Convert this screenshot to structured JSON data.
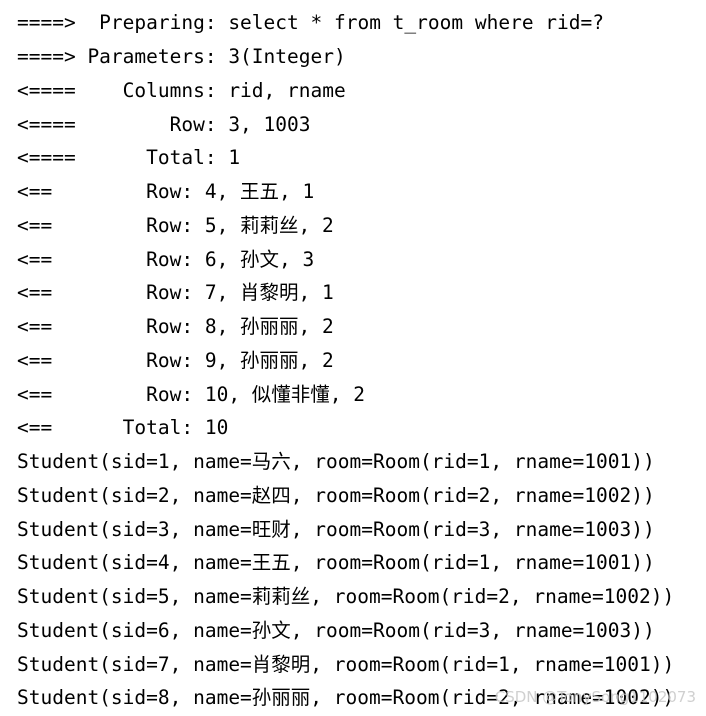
{
  "console": {
    "lines": [
      "====>  Preparing: select * from t_room where rid=?",
      "====> Parameters: 3(Integer)",
      "<====    Columns: rid, rname",
      "<====        Row: 3, 1003",
      "<====      Total: 1",
      "<==        Row: 4, 王五, 1",
      "<==        Row: 5, 莉莉丝, 2",
      "<==        Row: 6, 孙文, 3",
      "<==        Row: 7, 肖黎明, 1",
      "<==        Row: 8, 孙丽丽, 2",
      "<==        Row: 9, 孙丽丽, 2",
      "<==        Row: 10, 似懂非懂, 2",
      "<==      Total: 10",
      "Student(sid=1, name=马六, room=Room(rid=1, rname=1001))",
      "Student(sid=2, name=赵四, room=Room(rid=2, rname=1002))",
      "Student(sid=3, name=旺财, room=Room(rid=3, rname=1003))",
      "Student(sid=4, name=王五, room=Room(rid=1, rname=1001))",
      "Student(sid=5, name=莉莉丝, room=Room(rid=2, rname=1002))",
      "Student(sid=6, name=孙文, room=Room(rid=3, rname=1003))",
      "Student(sid=7, name=肖黎明, room=Room(rid=1, rname=1001))",
      "Student(sid=8, name=孙丽丽, room=Room(rid=2, rname=1002))"
    ]
  },
  "watermark": "CSDN @TonySong1102073"
}
